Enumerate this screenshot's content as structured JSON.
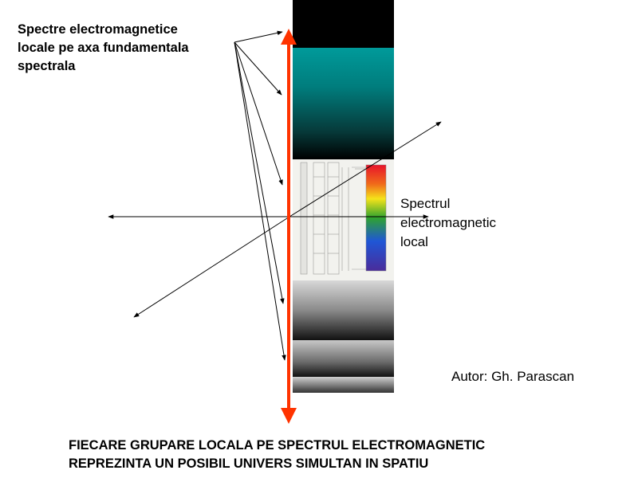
{
  "top_label": {
    "lines": [
      "Spectre electromagnetice",
      "locale pe axa fundamentala",
      "spectrala"
    ]
  },
  "side_label": {
    "lines": [
      "Spectrul",
      "electromagnetic",
      "local"
    ]
  },
  "author": "Autor: Gh. Parascan",
  "bottom_label": {
    "lines": [
      "FIECARE GRUPARE LOCALA PE SPECTRUL ELECTROMAGNETIC",
      "REPREZINTA UN POSIBIL UNIVERS SIMULTAN IN SPATIU"
    ]
  },
  "colors": {
    "main_axis": "#ff3300",
    "teal": "#009999",
    "black": "#000000",
    "arrows": "#000000"
  },
  "icons": [
    "spectrum-rainbow-icon",
    "spectrum-chart-icon"
  ]
}
